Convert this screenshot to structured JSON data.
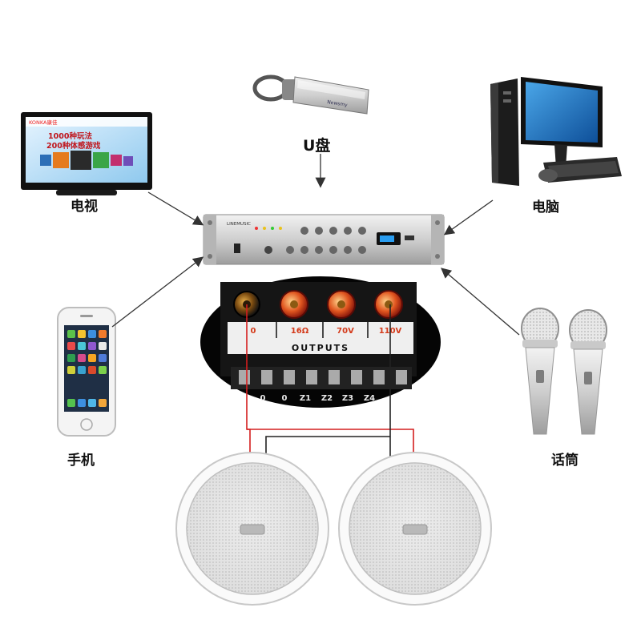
{
  "labels": {
    "tv": "电视",
    "usb": "U盘",
    "computer": "电脑",
    "phone": "手机",
    "microphone": "话筒"
  },
  "tv_screen": {
    "brand": "KONKA康佳",
    "line1": "1000种玩法",
    "line2": "200种体感游戏"
  },
  "usb_brand": "Newsmy",
  "amplifier_brand": "LINEMUSIC",
  "outputs_panel": {
    "title": "OUTPUTS",
    "tap_labels": [
      "0",
      "16Ω",
      "70V",
      "110V"
    ],
    "screw_labels": [
      "0",
      "0",
      "Z1",
      "Z2",
      "Z3",
      "Z4"
    ]
  },
  "colors": {
    "red_wire": "#d41e1e",
    "black_wire": "#222222",
    "arrow": "#333333"
  }
}
